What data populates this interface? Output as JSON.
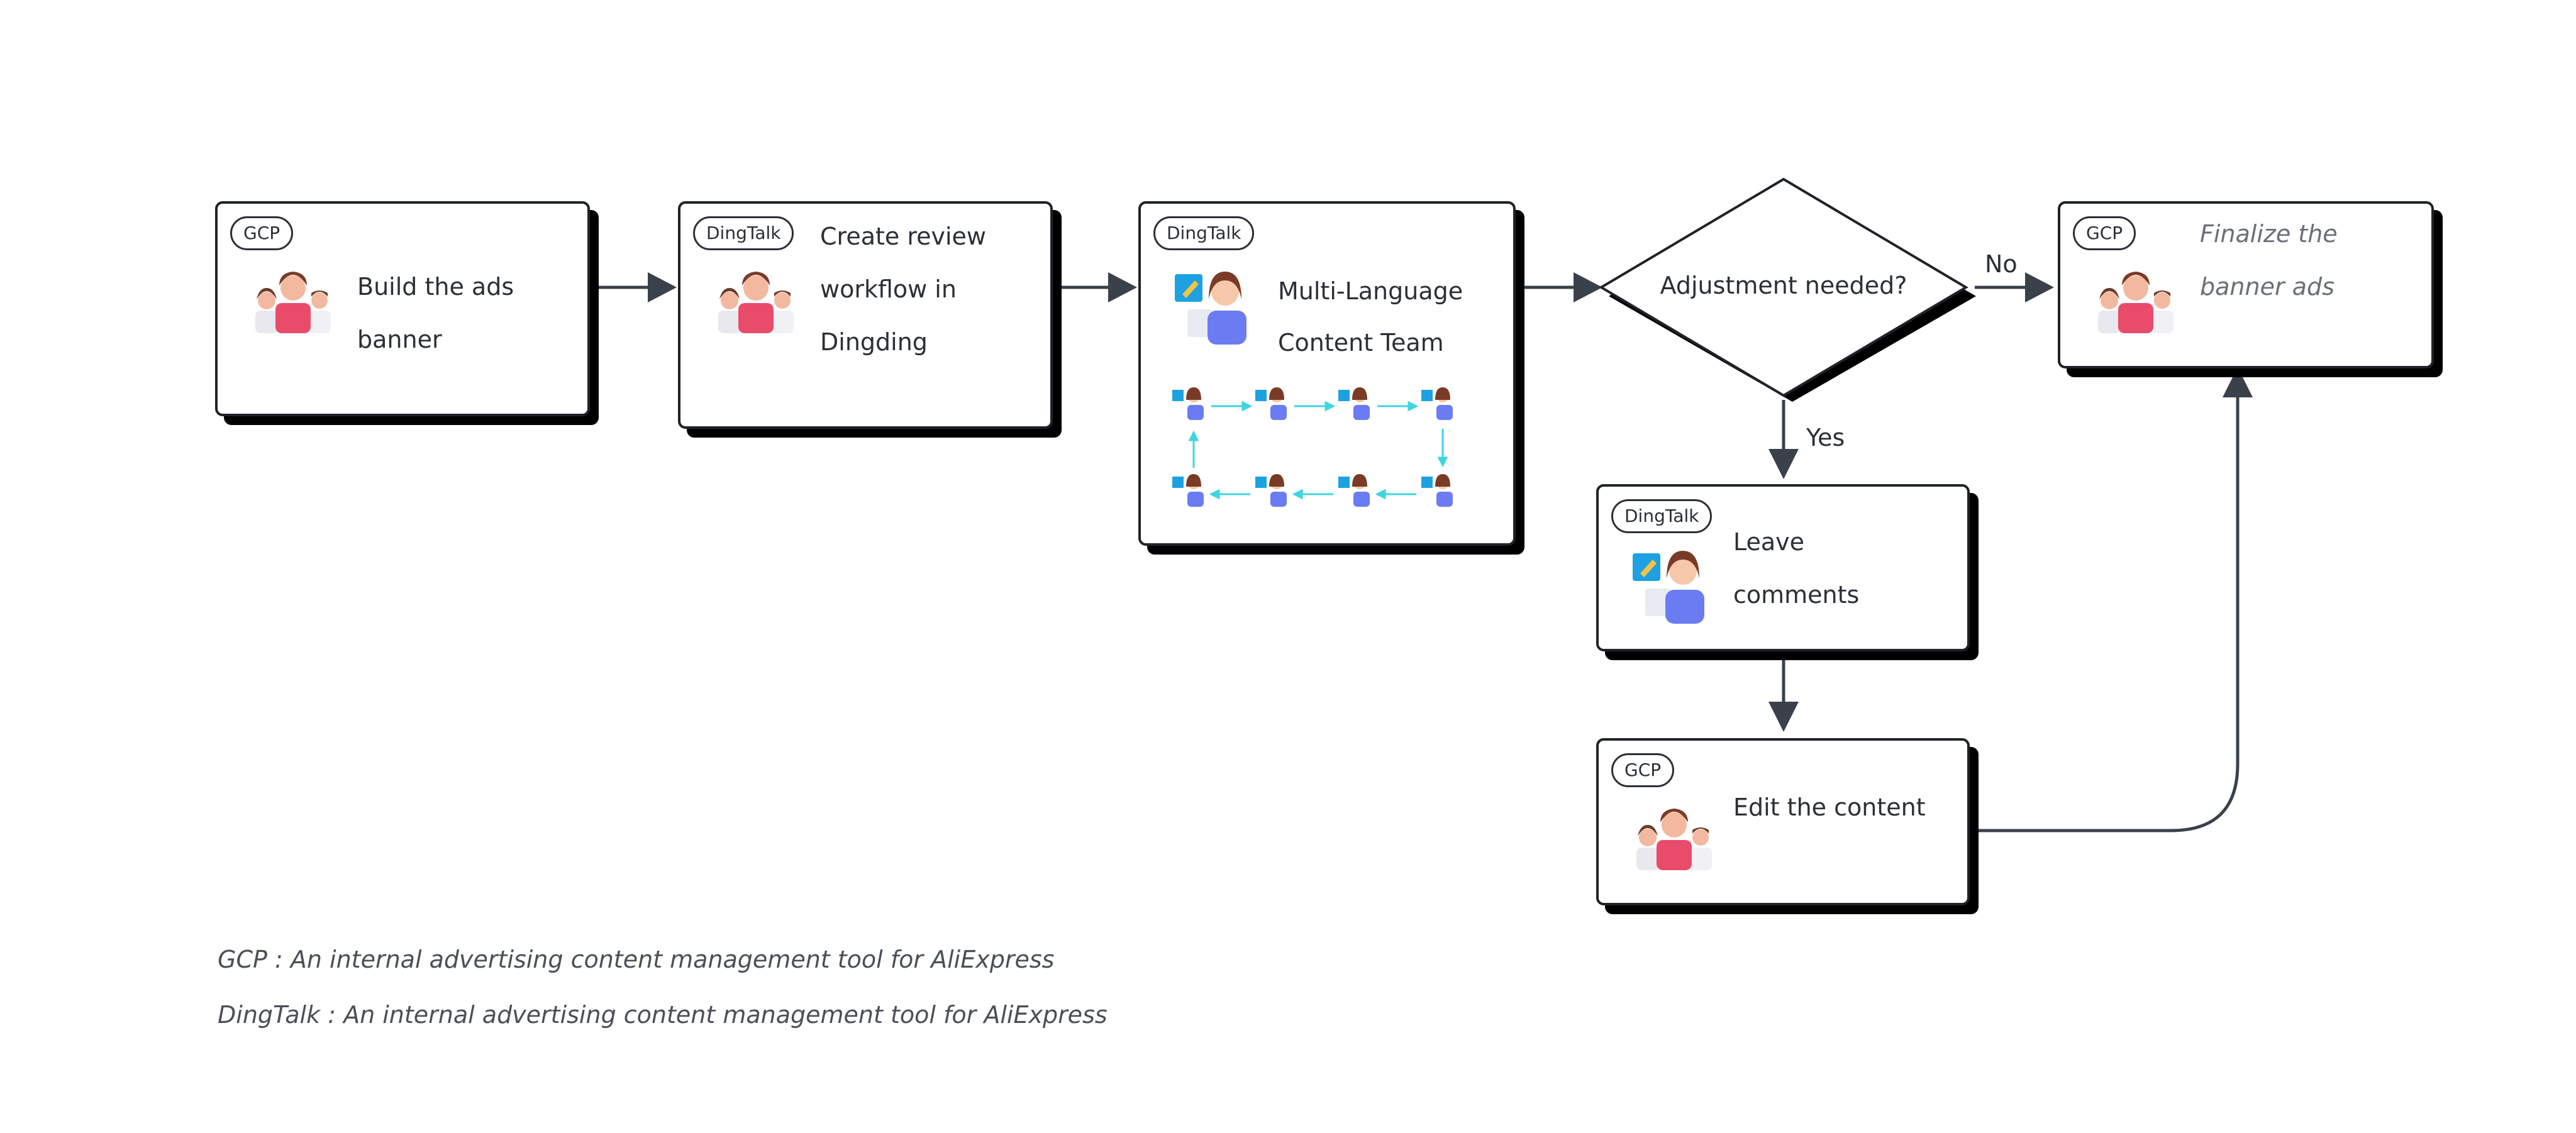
{
  "nodes": {
    "build_banner": {
      "tag": "GCP",
      "lines": [
        "Build the ads",
        "banner"
      ]
    },
    "create_workflow": {
      "tag": "DingTalk",
      "lines": [
        "Create review",
        "workflow in",
        "Dingding"
      ]
    },
    "multi_language": {
      "tag": "DingTalk",
      "lines": [
        "Multi-Language",
        "Content Team"
      ]
    },
    "decision": {
      "text": "Adjustment needed?"
    },
    "finalize": {
      "tag": "GCP",
      "lines": [
        "Finalize the",
        "banner ads"
      ]
    },
    "leave_comments": {
      "tag": "DingTalk",
      "lines": [
        "Leave",
        "comments"
      ]
    },
    "edit_content": {
      "tag": "GCP",
      "lines": [
        "Edit the content"
      ]
    }
  },
  "edges": {
    "no_label": "No",
    "yes_label": "Yes"
  },
  "legend": [
    {
      "term": "GCP",
      "description": " : An internal advertising content management tool for AliExpress"
    },
    {
      "term": "DingTalk",
      "description": " : An internal advertising content management tool for AliExpress"
    }
  ],
  "colors": {
    "stroke": "#3a414b",
    "node_border": "#1f2328",
    "shadow": "#000000",
    "loop_arrow": "#3fd6e0"
  }
}
